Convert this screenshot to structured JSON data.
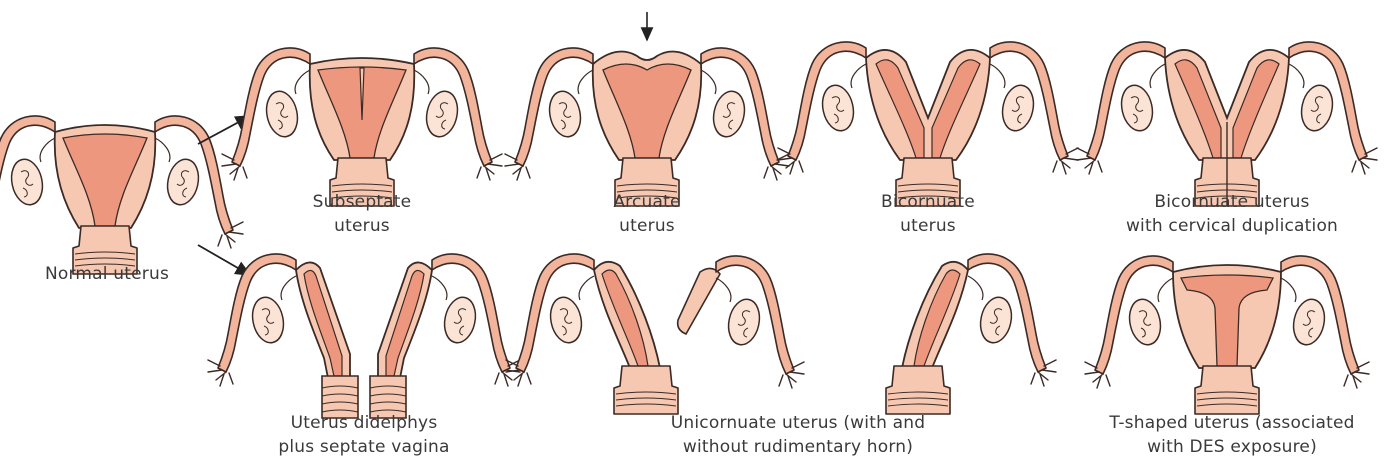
{
  "colors": {
    "outer_tissue": "#f6c8b2",
    "cavity": "#ee977f",
    "tube": "#f3b49c",
    "ovary": "#fbe3d6",
    "outline": "#3b2a25",
    "arrow": "#222222"
  },
  "captions": {
    "normal": "Normal uterus",
    "subseptate": [
      "Subseptate",
      "uterus"
    ],
    "arcuate": [
      "Arcuate",
      "uterus"
    ],
    "bicornuate": [
      "Bicornuate",
      "uterus"
    ],
    "bicornuate_cervical": [
      "Bicornuate uterus",
      "with cervical duplication"
    ],
    "didelphys": [
      "Uterus didelphys",
      "plus septate vagina"
    ],
    "unicornuate": [
      "Unicornuate uterus (with and",
      "without rudimentary horn)"
    ],
    "t_shaped": [
      "T-shaped uterus (associated",
      "with DES exposure)"
    ]
  }
}
